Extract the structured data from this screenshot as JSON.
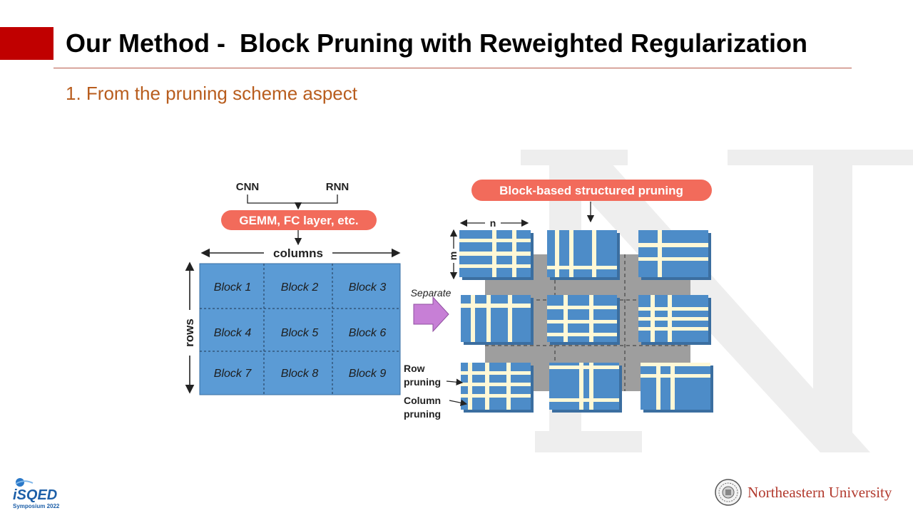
{
  "slide": {
    "title": "Our Method -  Block Pruning with Reweighted Regularization",
    "subtitle": "1. From the pruning scheme aspect"
  },
  "figure": {
    "cnn_label": "CNN",
    "rnn_label": "RNN",
    "gemm_label": "GEMM, FC layer, etc.",
    "columns_label": "columns",
    "rows_label": "rows",
    "blocks": [
      "Block 1",
      "Block 2",
      "Block 3",
      "Block 4",
      "Block 5",
      "Block 6",
      "Block 7",
      "Block 8",
      "Block 9"
    ],
    "separate_label": "Separate",
    "block_based_label": "Block-based structured  pruning",
    "n_label": "n",
    "m_label": "m",
    "row_pruning_line1": "Row",
    "row_pruning_line2": "pruning",
    "column_pruning_line1": "Column",
    "column_pruning_line2": "pruning"
  },
  "footer": {
    "isqed_logo_text": "iSQED",
    "isqed_sub": "Symposium 2022",
    "university_name": "Northeastern University"
  },
  "colors": {
    "accent_red": "#c00000",
    "subtitle_orange": "#b85d1e",
    "label_pill": "#f26b5b",
    "block_blue": "#5b9bd5",
    "pruned_stripe": "#fff8d6",
    "arrow_purple": "#c77fd6"
  }
}
